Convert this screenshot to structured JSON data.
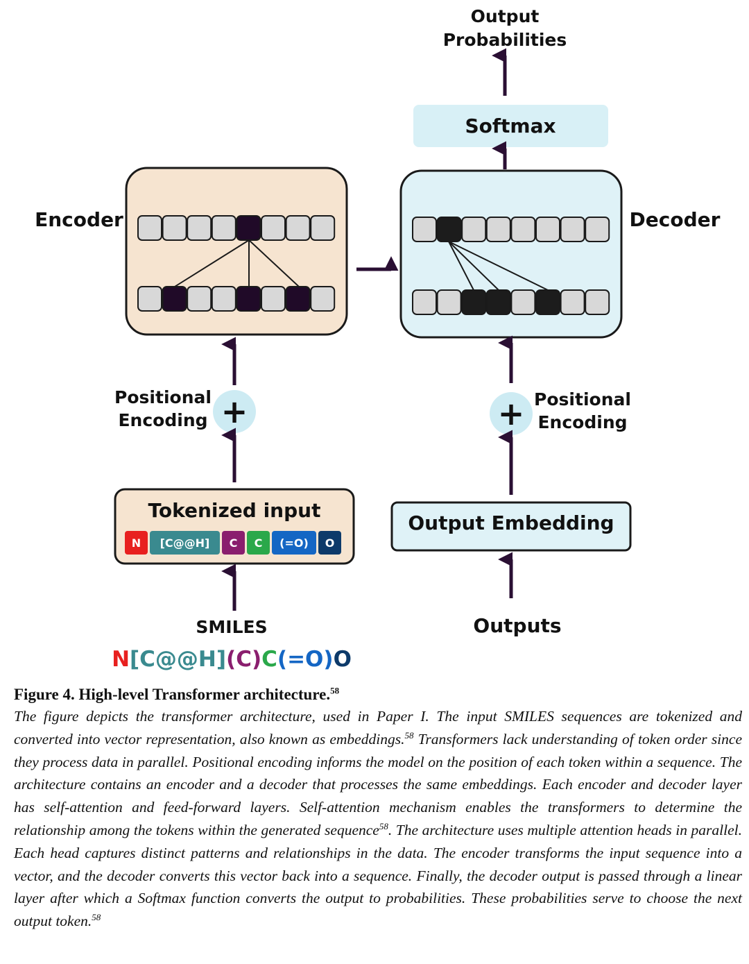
{
  "diagram": {
    "output_probabilities": [
      "Output",
      "Probabilities"
    ],
    "softmax": "Softmax",
    "encoder": "Encoder",
    "decoder": "Decoder",
    "positional_encoding_left": [
      "Positional",
      "Encoding"
    ],
    "positional_encoding_right": [
      "Positional",
      "Encoding"
    ],
    "plus_symbol": "+",
    "tokenized_input": "Tokenized input",
    "tokens": [
      {
        "text": "N",
        "color": "#e8201f"
      },
      {
        "text": "[C@@H]",
        "color": "#3a8a8f"
      },
      {
        "text": "C",
        "color": "#8a1e6e"
      },
      {
        "text": "C",
        "color": "#2aa84a"
      },
      {
        "text": "(=O)",
        "color": "#1466c4"
      },
      {
        "text": "O",
        "color": "#0d3a6a"
      }
    ],
    "output_embedding": "Output Embedding",
    "smiles_label": "SMILES",
    "smiles_parts": [
      {
        "text": "N",
        "color": "#e8201f"
      },
      {
        "text": "[C@@H]",
        "color": "#3a8a8f"
      },
      {
        "text": "(C)",
        "color": "#8a1e6e"
      },
      {
        "text": "C",
        "color": "#2aa84a"
      },
      {
        "text": "(=O)",
        "color": "#1466c4"
      },
      {
        "text": "O",
        "color": "#0d3a6a"
      }
    ],
    "outputs": "Outputs",
    "colors": {
      "encoder_fill": "#f6e4d0",
      "decoder_fill": "#dff2f7",
      "softmax_fill": "#d8f0f6",
      "plus_fill": "#cdebf3",
      "arrow": "#2a0f33",
      "cell_light": "#d8d8d8",
      "cell_dark_encoder": "#200a28",
      "cell_dark_decoder": "#1c1c1c"
    }
  },
  "caption": {
    "figure_label": "Figure 4. High-level Transformer architecture.",
    "figure_ref": "58",
    "segments": [
      {
        "text": "The figure depicts the transformer architecture, used in Paper I. The input SMILES sequences are tokenized and converted into vector representation, also known as embeddings."
      },
      {
        "sup": "58"
      },
      {
        "text": " Transformers lack understanding of token order since they process data in parallel. Positional encoding informs the model on the position of each token within a sequence. The architecture contains an encoder and a decoder that processes the same embeddings. Each encoder and decoder layer has self-attention and feed-forward layers. Self-attention mechanism enables the transformers to determine the relationship among the tokens within the generated sequence"
      },
      {
        "sup": "58"
      },
      {
        "text": ". The architecture uses multiple attention heads in parallel. Each head captures distinct patterns and relationships in the data. The encoder transforms the input sequence into a vector, and the decoder converts this vector back into a sequence. Finally, the decoder output is passed through a linear layer after which a Softmax function converts the output to probabilities. These probabilities serve to choose the next output token."
      },
      {
        "sup": "58"
      }
    ]
  }
}
